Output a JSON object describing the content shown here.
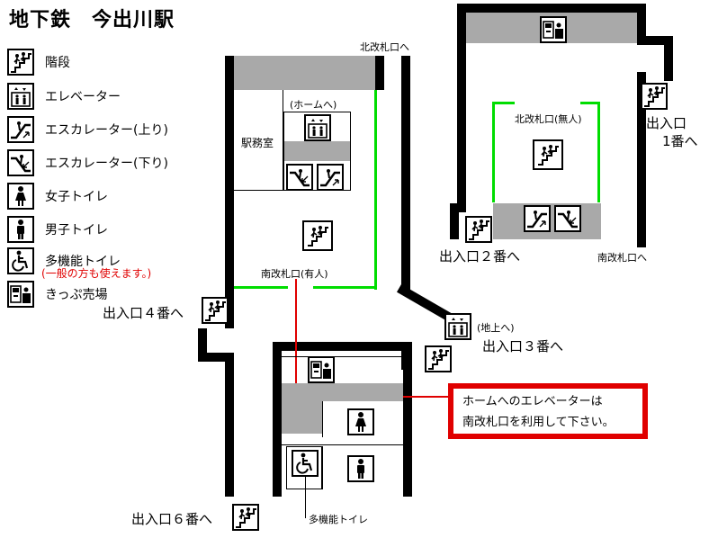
{
  "title": "地下鉄　今出川駅",
  "legend": [
    {
      "icon": "stairs-icon",
      "label": "階段"
    },
    {
      "icon": "elevator-icon",
      "label": "エレベーター"
    },
    {
      "icon": "escalator-up-icon",
      "label": "エスカレーター(上り)"
    },
    {
      "icon": "escalator-down-icon",
      "label": "エスカレーター(下り)"
    },
    {
      "icon": "womens-toilet-icon",
      "label": "女子トイレ"
    },
    {
      "icon": "mens-toilet-icon",
      "label": "男子トイレ"
    },
    {
      "icon": "accessible-toilet-icon",
      "label": "多機能トイレ"
    },
    {
      "icon": "ticket-machine-icon",
      "label": "きっぷ売場"
    }
  ],
  "legend_note": "(一般の方も使えます。)",
  "labels": {
    "north_gate_top": "北改札口へ",
    "to_platform": "(ホームへ)",
    "station_office": "駅務室",
    "south_gate_staffed": "南改札口(有人)",
    "north_gate_unstaffed": "北改札口(無人)",
    "south_gate_right": "南改札口へ",
    "to_ground": "(地上へ)",
    "multipurpose_toilet": "多機能トイレ"
  },
  "exits": {
    "exit1_line1": "出入口",
    "exit1_line2": "1番へ",
    "exit2": "出入口２番へ",
    "exit3": "出入口３番へ",
    "exit4": "出入口４番へ",
    "exit6": "出入口６番へ"
  },
  "notice": {
    "line1": "ホームへのエレベーターは",
    "line2": "南改札口を利用して下さい。"
  },
  "colors": {
    "wall": "#000000",
    "floor_area": "#a9a9a9",
    "gate_line": "#00dd00",
    "notice_border": "#e00000"
  }
}
